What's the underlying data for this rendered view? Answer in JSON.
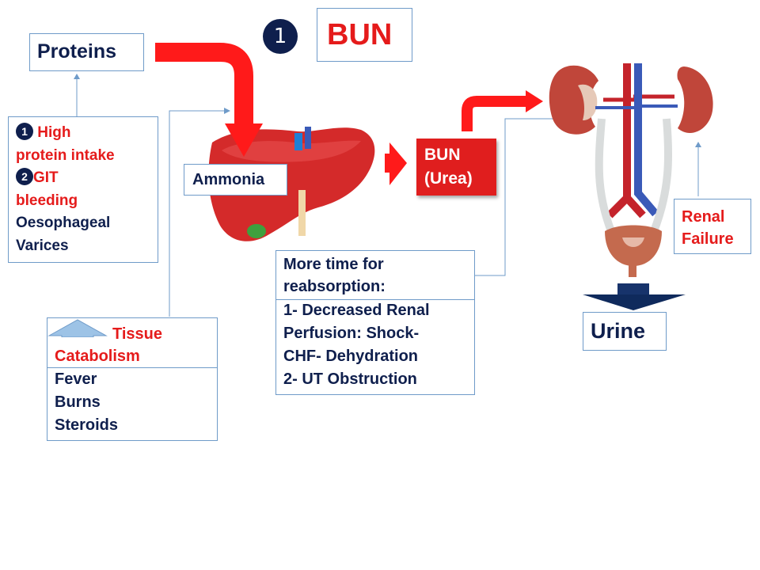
{
  "title": {
    "number": "1",
    "text": "BUN"
  },
  "proteins_box": {
    "label": "Proteins"
  },
  "causes_box": {
    "item1_num": "1",
    "item1_text_a": "High",
    "item1_text_b": "protein intake",
    "item2_num": "2",
    "item2_text_a": "GIT",
    "item2_text_b": "bleeding",
    "item2_sub_a": "Oesophageal",
    "item2_sub_b": "Varices"
  },
  "ammonia_box": {
    "label": "Ammonia"
  },
  "bun_urea_box": {
    "line1": "BUN",
    "line2": "(Urea)"
  },
  "catabolism_box": {
    "heading_a": "Tissue",
    "heading_b": "Catabolism",
    "items": [
      "Fever",
      "Burns",
      "Steroids"
    ]
  },
  "reabsorption_box": {
    "heading_a": "More time for",
    "heading_b": "reabsorption:",
    "lines": [
      "1- Decreased Renal",
      "Perfusion: Shock-",
      "CHF- Dehydration",
      "2- UT Obstruction"
    ]
  },
  "renal_failure_box": {
    "line1": "Renal",
    "line2": "Failure"
  },
  "urine_box": {
    "label": "Urine"
  },
  "colors": {
    "navy": "#0f1f4d",
    "red": "#e51b1b",
    "box_border": "#6f9bc9",
    "arrow_red": "#ff1a1a",
    "liver": "#d42a2a",
    "kidney": "#c0463a",
    "vein_blue": "#3a5ab8"
  }
}
